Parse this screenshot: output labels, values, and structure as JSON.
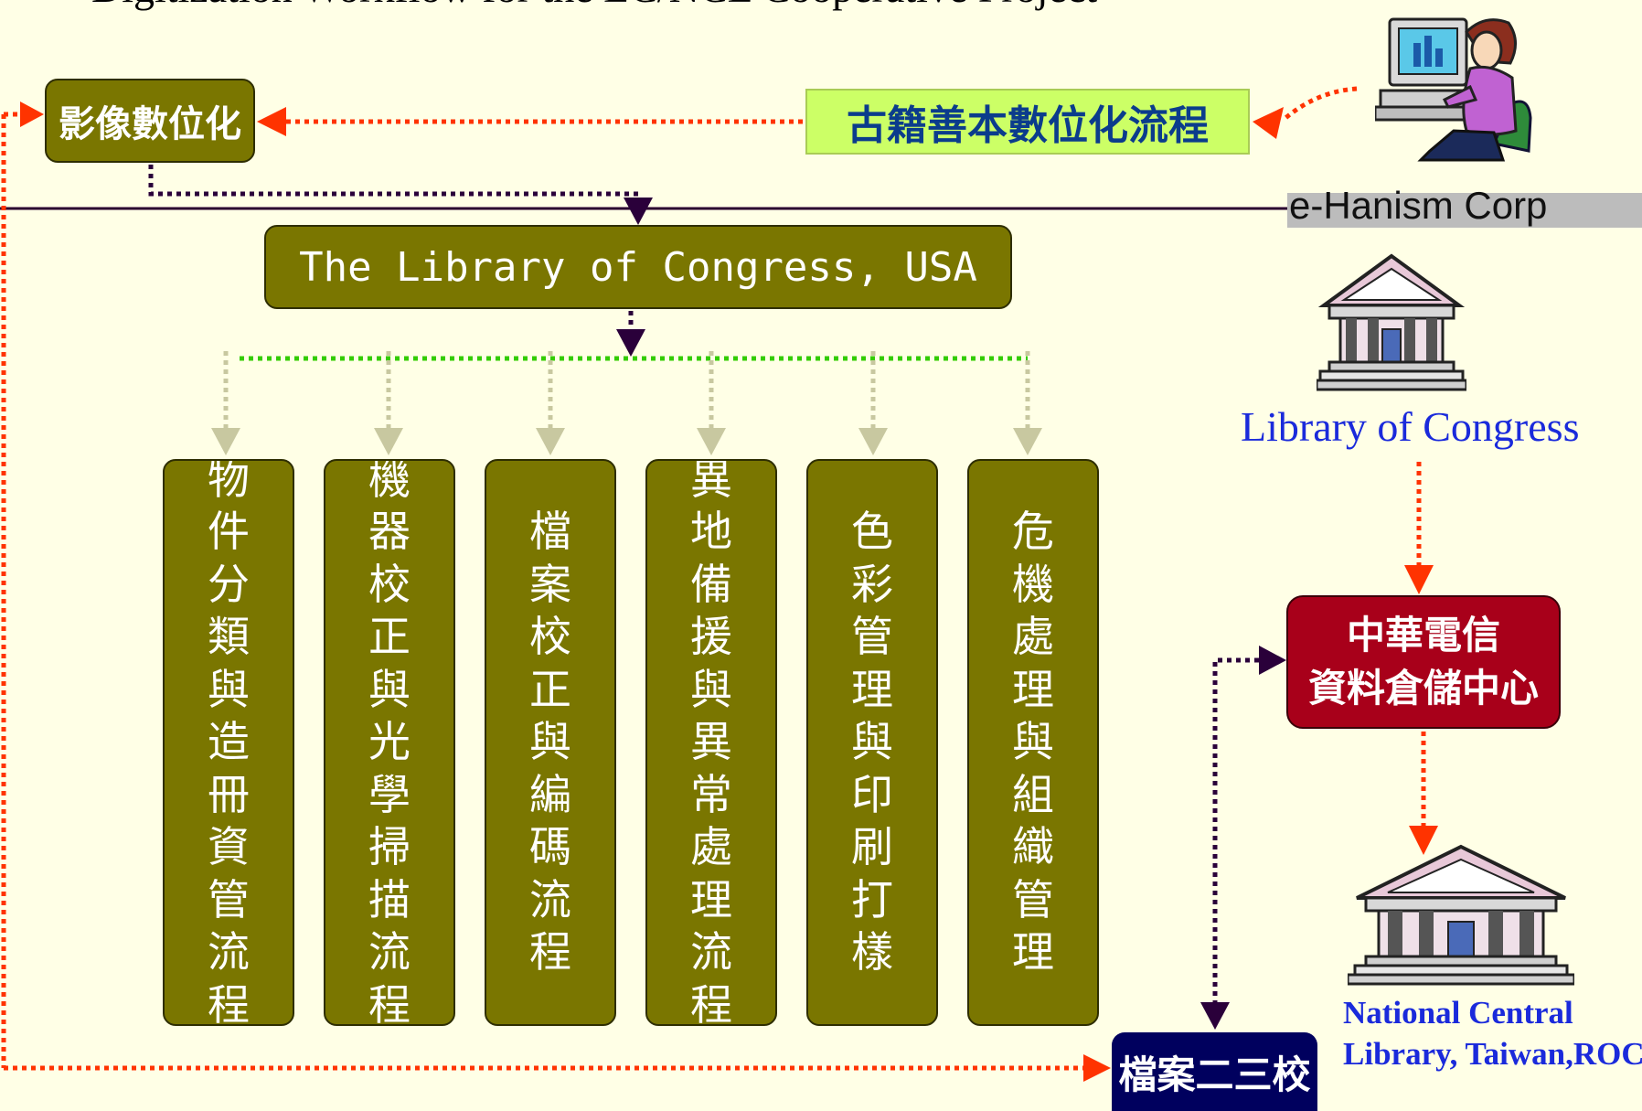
{
  "title": "Digitization Workflow for the LC/NCL Cooperative Project",
  "nodes": {
    "image_digitization": "影像數位化",
    "rare_books_workflow": "古籍善本數位化流程",
    "library_of_congress_usa": "The Library of Congress, USA",
    "cht_data_center_line1": "中華電信",
    "cht_data_center_line2": "資料倉儲中心",
    "archive_school": "檔案二三校"
  },
  "columns": [
    "物件分類與造冊資管流程",
    "機器校正與光學掃描流程",
    "檔案校正與編碼流程",
    "異地備援與異常處理流程",
    "色彩管理與印刷打樣",
    "危機處理與組織管理"
  ],
  "labels": {
    "e_hanism": "e-Hanism Corp",
    "library_of_congress": "Library of Congress",
    "ncl_line1": "National Central",
    "ncl_line2": "Library, Taiwan,ROC"
  },
  "icons": {
    "computer_user": "computer-user-icon",
    "library_building": "library-building-icon"
  },
  "colors": {
    "background": "#ffffe6",
    "olive_box": "#7a7600",
    "green_box": "#ccff66",
    "cht_box": "#a8001a",
    "archive_box": "#00005e",
    "red_arrow": "#ff3300",
    "dark_arrow": "#2a003a",
    "green_connector": "#33cc00",
    "gray_arrow": "#c8c8a0",
    "blue_label": "#1a2adb"
  }
}
